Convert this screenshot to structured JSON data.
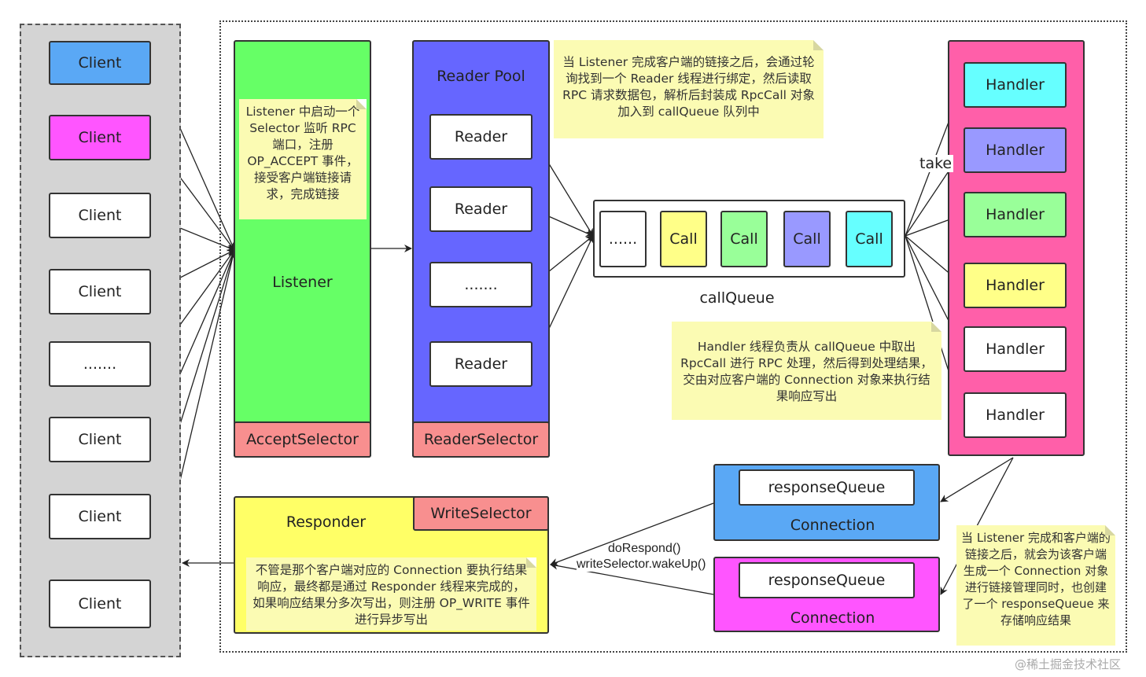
{
  "clients": [
    "Client",
    "Client",
    "Client",
    "Client",
    ".......",
    "Client",
    "Client",
    "Client"
  ],
  "listener": {
    "title": "Listener",
    "selector": "AcceptSelector",
    "note": "Listener 中启动一个 Selector 监听 RPC 端口，注册 OP_ACCEPT 事件，接受客户端链接请求，完成链接"
  },
  "reader_pool": {
    "title": "Reader Pool",
    "readers": [
      "Reader",
      "Reader",
      ".......",
      "Reader"
    ],
    "selector": "ReaderSelector"
  },
  "reader_note": "当 Listener 完成客户端的链接之后，会通过轮询找到一个 Reader 线程进行绑定，然后读取 RPC 请求数据包，解析后封装成 RpcCall 对象加入到 callQueue 队列中",
  "call_queue": {
    "label": "callQueue",
    "items": [
      "......",
      "Call",
      "Call",
      "Call",
      "Call"
    ]
  },
  "handler_note": "Handler 线程负责从 callQueue 中取出 RpcCall 进行 RPC 处理，然后得到处理结果，交由对应客户端的 Connection 对象来执行结果响应写出",
  "take_label": "take",
  "handlers": [
    "Handler",
    "Handler",
    "Handler",
    "Handler",
    "Handler",
    "Handler"
  ],
  "connections": [
    {
      "queue": "responseQueue",
      "label": "Connection"
    },
    {
      "queue": "responseQueue",
      "label": "Connection"
    }
  ],
  "connection_note": "当 Listener 完成和客户端的链接之后，就会为该客户端生成一个 Connection 对象进行链接管理同时，也创建了一个 responseQueue 来存储响应结果",
  "responder": {
    "title": "Responder",
    "selector": "WriteSelector",
    "note": "不管是那个客户端对应的 Connection 要执行结果响应，最终都是通过 Responder 线程来完成的，如果响应结果分多次写出，则注册 OP_WRITE 事件进行异步写出"
  },
  "respond_label_1": "doRespond()",
  "respond_label_2": "writeSelector.wakeUp()",
  "watermark": "@稀土掘金技术社区",
  "colors": {
    "client_blue": "#5aa8f5",
    "client_magenta": "#ff55ff",
    "listener": "#66ff66",
    "reader_pool": "#6666ff",
    "selector": "#f88f8f",
    "handler_pool": "#ff5fa9",
    "call_yellow": "#ffff88",
    "call_green": "#99ff99",
    "call_purple": "#9999ff",
    "call_cyan": "#66ffff",
    "connection_blue": "#5aa8f5",
    "connection_magenta": "#ff55ff",
    "responder": "#ffff66",
    "note": "#fbfbb3"
  }
}
